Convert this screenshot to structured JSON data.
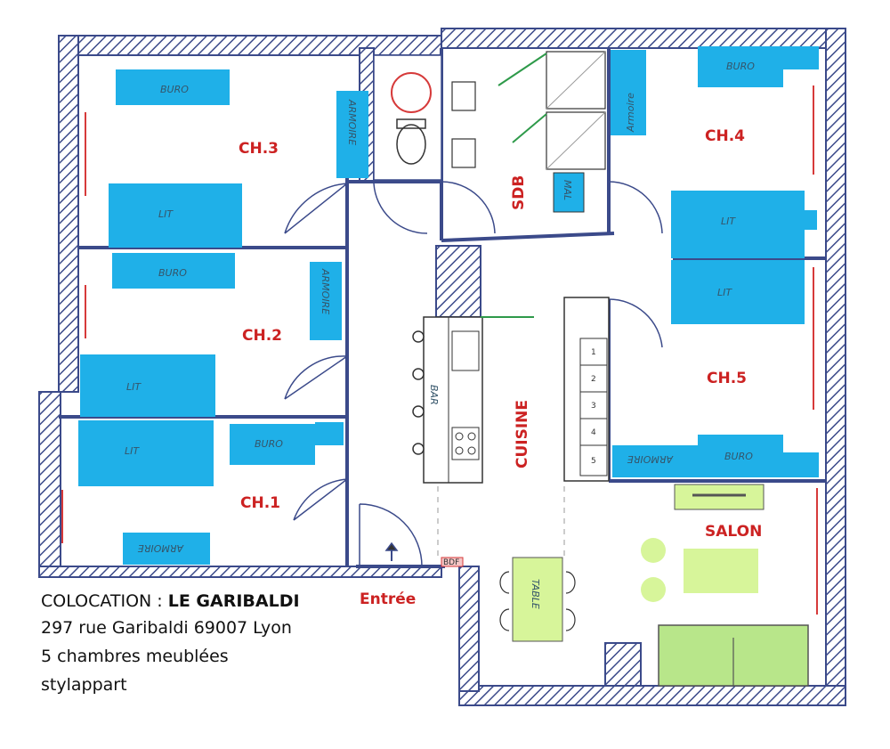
{
  "rooms": {
    "ch3": "CH.3",
    "ch2": "CH.2",
    "ch1": "CH.1",
    "ch4": "CH.4",
    "ch5": "CH.5",
    "sdb": "SDB",
    "cuisine": "CUISINE",
    "salon": "SALON",
    "entree": "Entrée"
  },
  "furniture": {
    "buro": "BURO",
    "lit": "LIT",
    "armoire": "ARMOIRE",
    "armoire_ch4": "Armoire",
    "mal": "MAL",
    "bar": "BAR",
    "table": "TABLE",
    "bdf": "BDF"
  },
  "stairs": [
    "1",
    "2",
    "3",
    "4",
    "5"
  ],
  "info": {
    "title_prefix": "COLOCATION : ",
    "title_name": "LE GARIBALDI",
    "address": "297 rue Garibaldi 69007 Lyon",
    "rooms_count": "5 chambres meublées",
    "agency": "stylappart"
  },
  "colors": {
    "wall": "#3b4a8a",
    "hatch": "#3b4a8a",
    "furniture_blue": "#1fb0e8",
    "furniture_green": "#d7f59a",
    "label_red": "#cc2222",
    "window_red": "#d63a3a"
  }
}
